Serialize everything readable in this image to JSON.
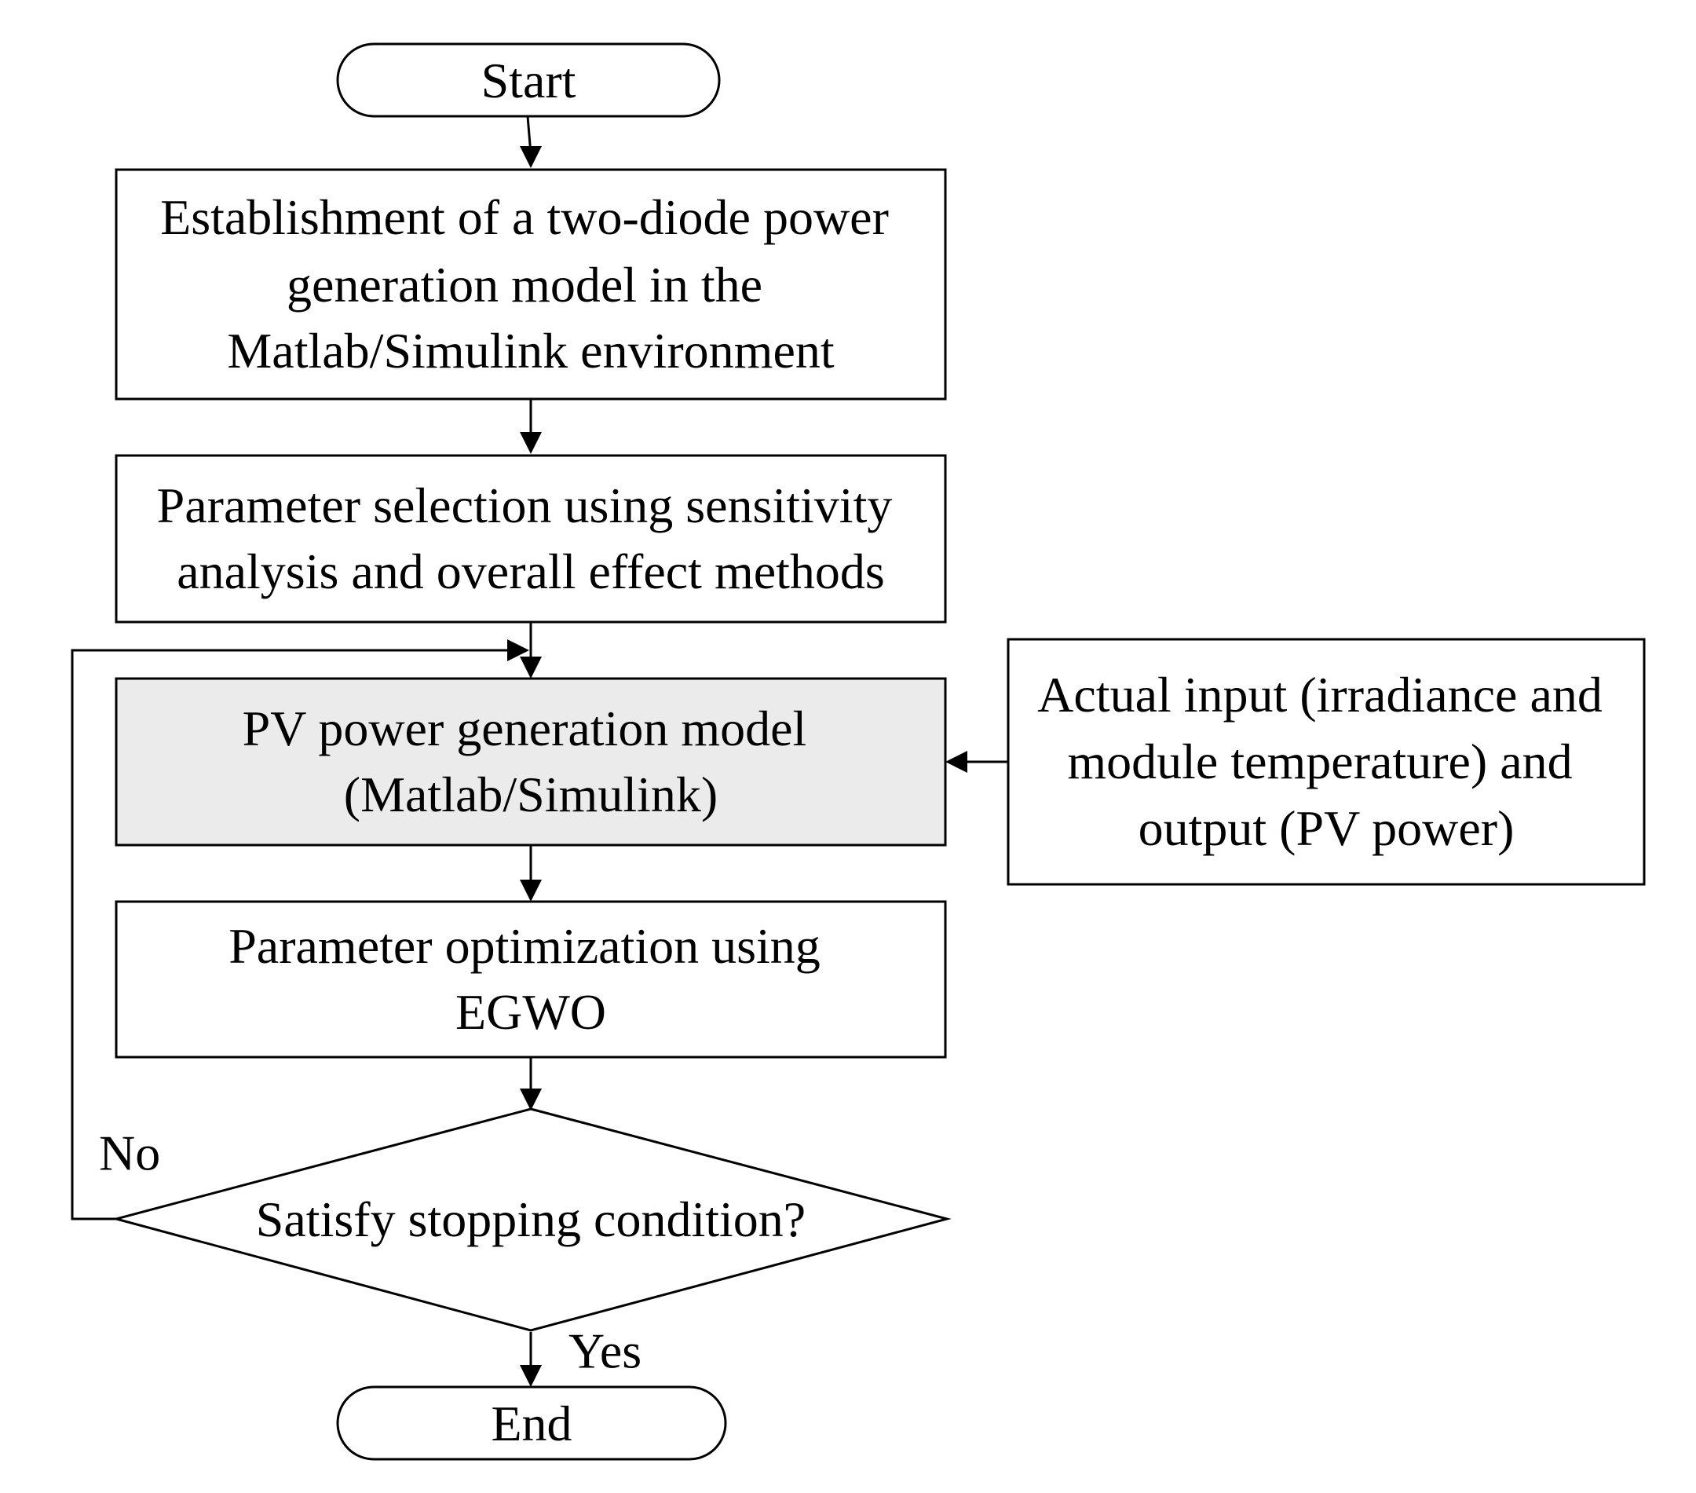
{
  "nodes": {
    "start": {
      "text": [
        "Start"
      ]
    },
    "establish": {
      "text": [
        "Establishment of a two-diode power",
        "generation model  in the",
        "Matlab/Simulink environment"
      ]
    },
    "selection": {
      "text": [
        "Parameter selection using sensitivity",
        "analysis and overall effect methods"
      ]
    },
    "pv_model": {
      "text": [
        "PV power generation model",
        "(Matlab/Simulink)"
      ]
    },
    "actual_input": {
      "text": [
        "Actual input (irradiance and",
        "module temperature) and",
        "output (PV power)"
      ]
    },
    "optimization": {
      "text": [
        "Parameter optimization using",
        "EGWO"
      ]
    },
    "decision": {
      "text": [
        "Satisfy stopping condition?"
      ]
    },
    "end": {
      "text": [
        "End"
      ]
    }
  },
  "edge_labels": {
    "no": "No",
    "yes": "Yes"
  },
  "colors": {
    "stroke": "#000000",
    "shaded_fill": "#ebebeb",
    "background": "#ffffff"
  }
}
